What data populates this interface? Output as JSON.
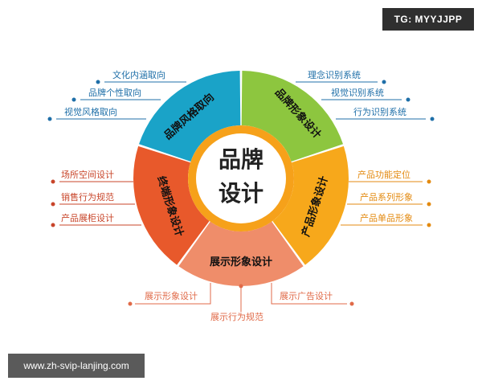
{
  "overlay": {
    "tag": "TG: MYYJJPP",
    "url": "www.zh-svip-lanjing.com"
  },
  "center": {
    "line1": "品牌",
    "line2": "设计"
  },
  "segments": [
    {
      "label": "品牌风格取向",
      "color": "#1aa3c8",
      "items": [
        "文化内涵取向",
        "品牌个性取向",
        "视觉风格取向"
      ],
      "item_color": "#1f6fa8"
    },
    {
      "label": "品牌形象设计",
      "color": "#8dc63f",
      "items": [
        "理念识别系统",
        "视觉识别系统",
        "行为识别系统"
      ],
      "item_color": "#1f6fa8"
    },
    {
      "label": "产品形象设计",
      "color": "#f7a81b",
      "items": [
        "产品功能定位",
        "产品系列形象",
        "产品单品形象"
      ],
      "item_color": "#e38a10"
    },
    {
      "label": "展示形象设计",
      "color": "#ef8d6a",
      "items": [
        "展示形象设计",
        "展示行为规范",
        "展示广告设计"
      ],
      "item_color": "#e06a48"
    },
    {
      "label": "终端形象设计",
      "color": "#e8592b",
      "items": [
        "场所空间设计",
        "销售行为规范",
        "产品展柜设计"
      ],
      "item_color": "#c8452a"
    }
  ]
}
